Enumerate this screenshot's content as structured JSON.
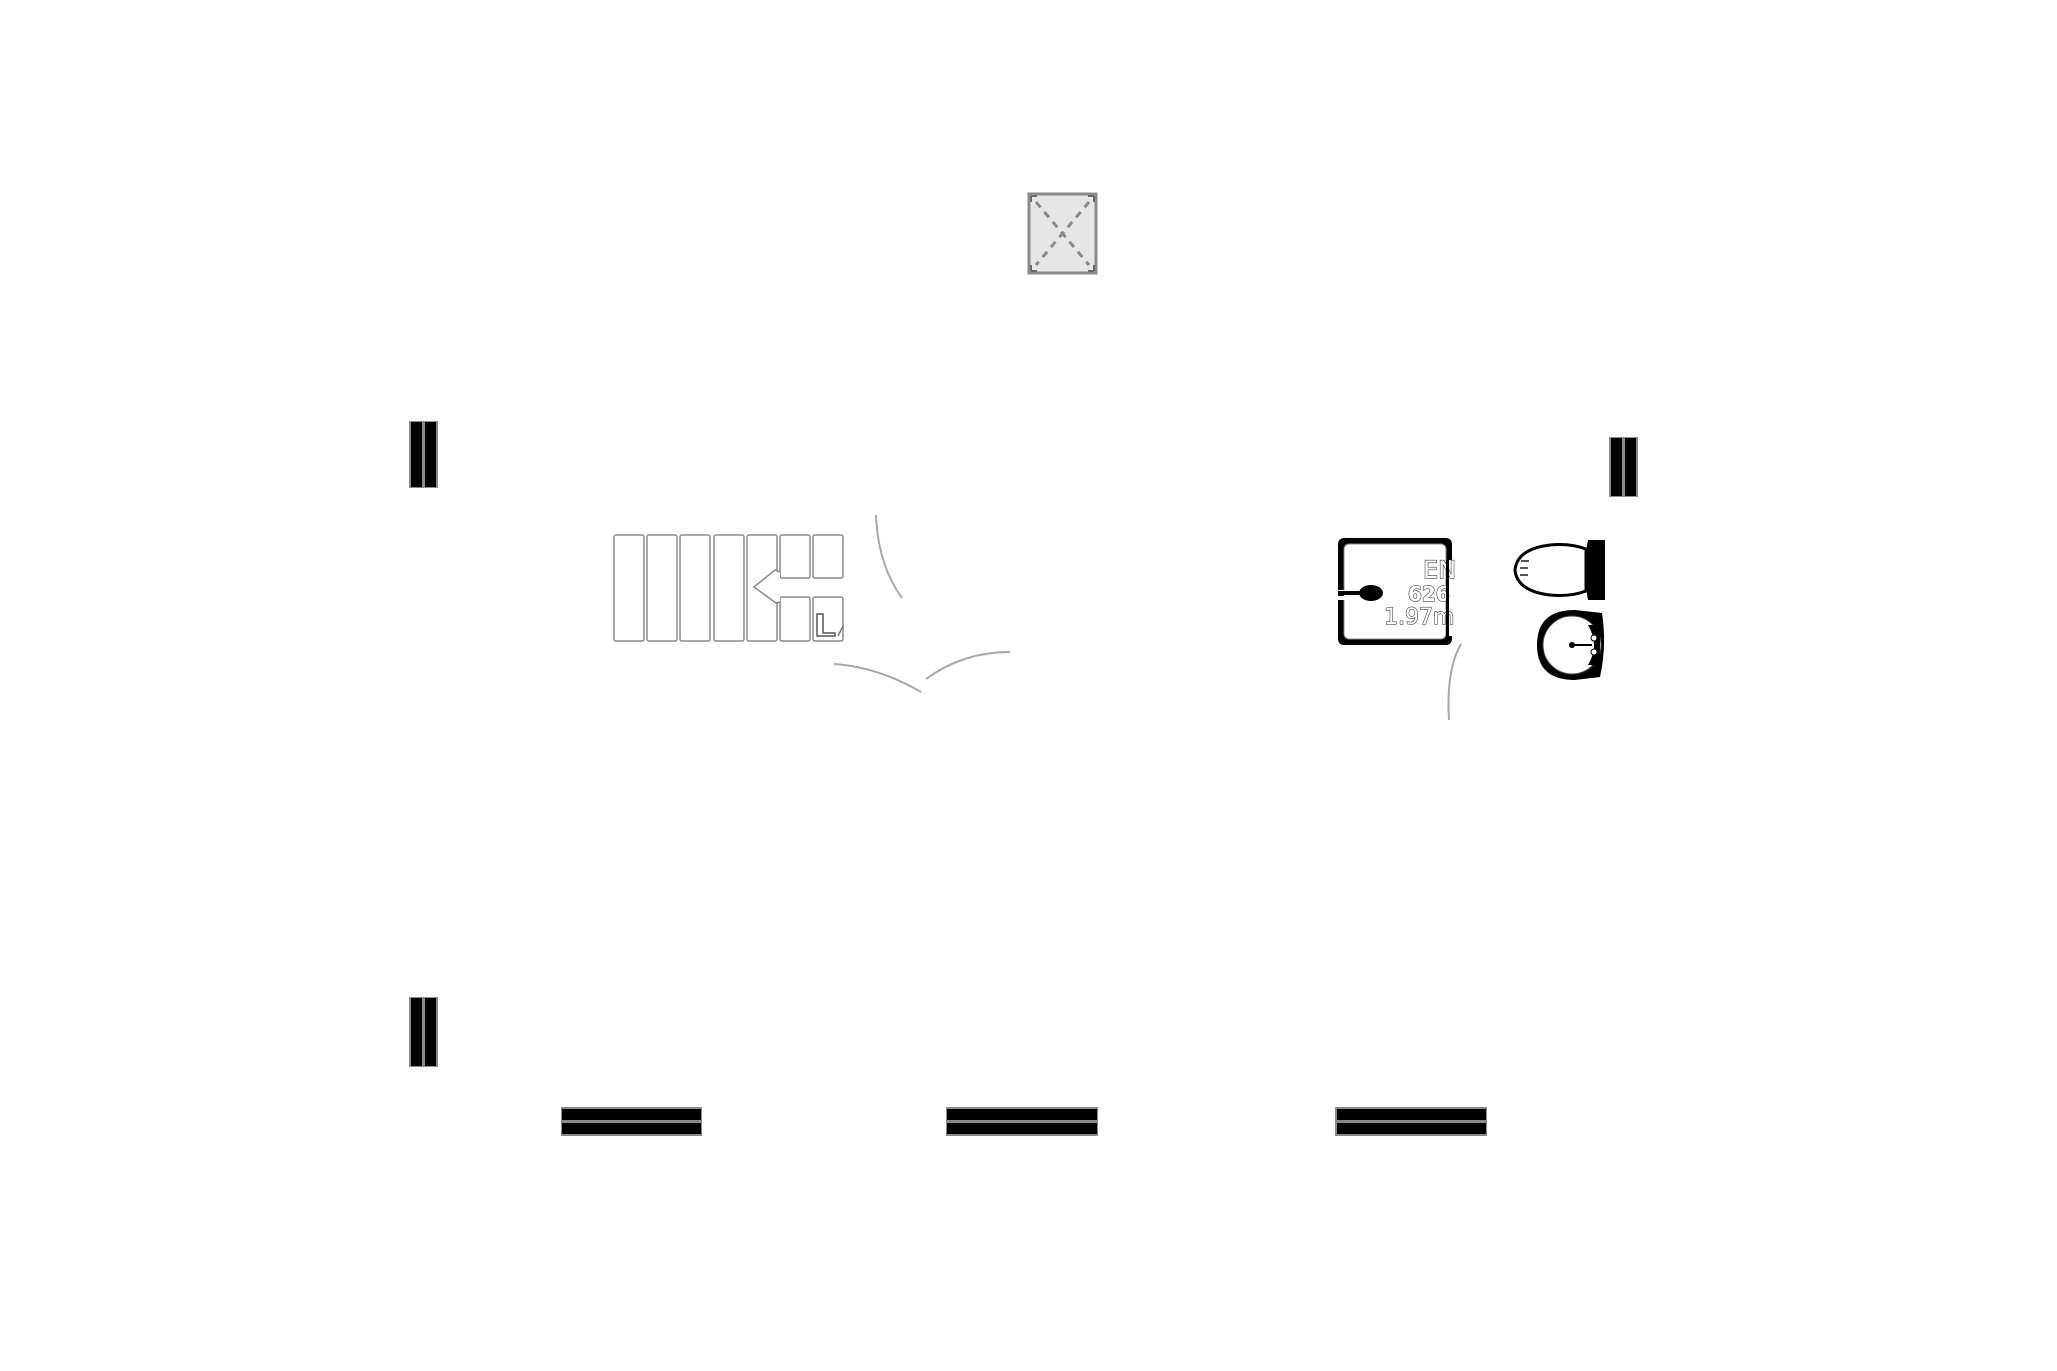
{
  "drawing": {
    "type": "architectural floor plan fragment",
    "colors": {
      "wall": "#000000",
      "line": "#8a8a8a",
      "light_line": "#b5b5b5",
      "fill_placeholder": "#e6e6e6",
      "background": "#ffffff"
    }
  },
  "elements": {
    "placeholder": {
      "label": "",
      "icon": "cross-box-icon"
    },
    "stairs": {
      "treads": 7,
      "direction": "left",
      "icon": "arrow-left-icon"
    },
    "bathroom": {
      "label_line1": "EN",
      "label_line2": "626",
      "label_line3": "1.97m"
    },
    "fixtures": [
      "toilet",
      "sink"
    ],
    "wall_posts": 3,
    "window_bars": 3,
    "door_swings": 4
  }
}
